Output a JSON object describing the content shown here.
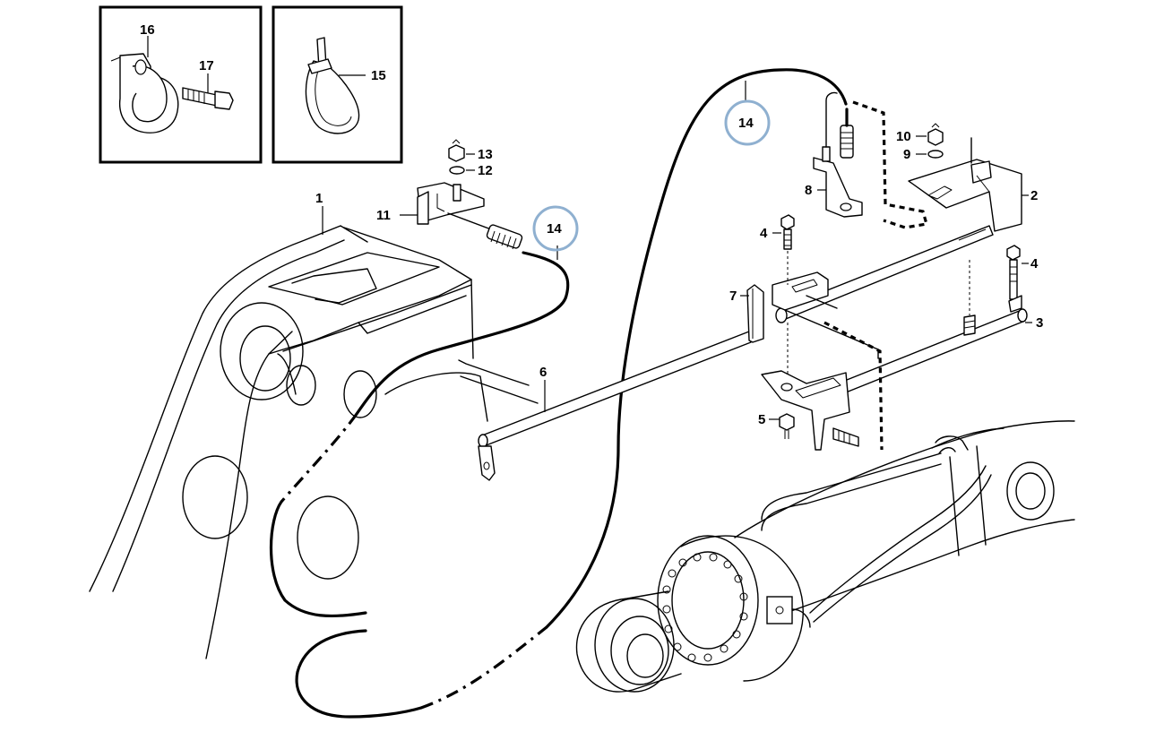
{
  "callouts": {
    "p1": "1",
    "p2": "2",
    "p3": "3",
    "p4a": "4",
    "p4b": "4",
    "p5": "5",
    "p6": "6",
    "p7": "7",
    "p8": "8",
    "p9": "9",
    "p10": "10",
    "p11": "11",
    "p12": "12",
    "p13": "13",
    "p14a": "14",
    "p14b": "14",
    "p15": "15",
    "p16": "16",
    "p17": "17"
  },
  "highlight_color": "#8fb0d0"
}
